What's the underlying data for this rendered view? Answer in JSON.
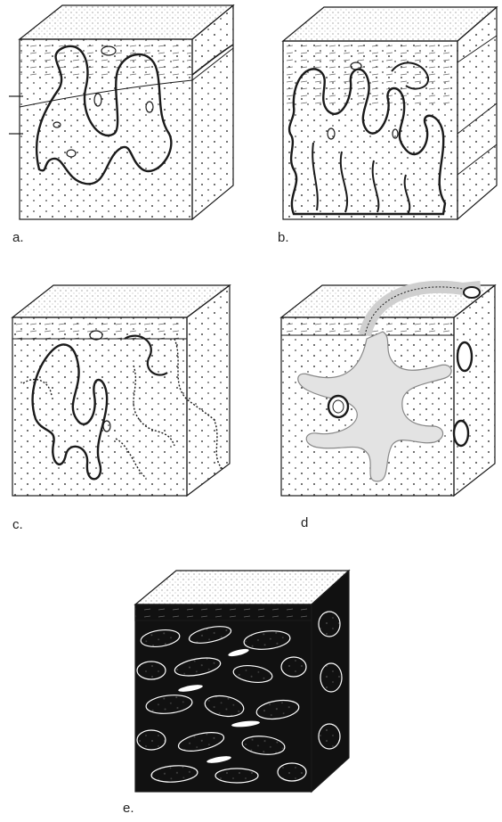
{
  "panels": [
    {
      "id": "a",
      "label": "a."
    },
    {
      "id": "b",
      "label": "b."
    },
    {
      "id": "c",
      "label": "c."
    },
    {
      "id": "d",
      "label": "d"
    },
    {
      "id": "e",
      "label": "e."
    }
  ],
  "colors": {
    "ink": "#1a1a1a",
    "paper": "#ffffff",
    "stipple": "#555555"
  }
}
